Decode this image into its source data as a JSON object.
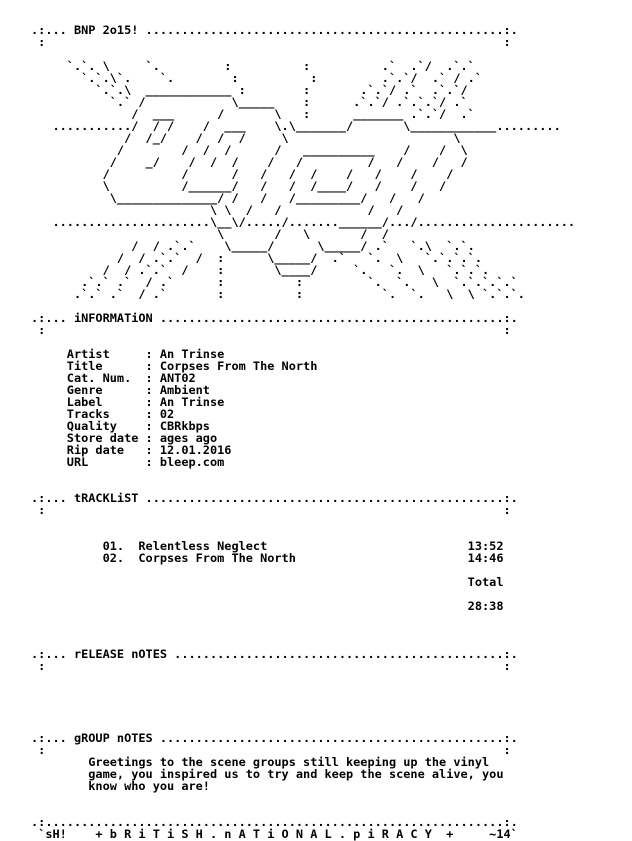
{
  "document": {
    "lines": [
      ".:... BNP 2o15! ..................................................:.",
      " :                                                                : ",
      "",
      "     `.`. \\     `.         :          :          .`  .`/  .`.`      ",
      "       `.`.\\`.    `.        :          :         .`.`/  .` / .`      ",
      "         `.`.\\  ____________ :        :       .`.`/ .`  .`.`/        ",
      "           `.` /            \\_____    :      .`.`/ .`.`.`/ .`        ",
      "              /  ___      /       \\   :      _______ .`.`/  .`       ",
      "   .........../  / /    /  ___    \\.\\_______/       \\____________.........  ",
      "             /  /_/    /  /  /     \\                       \\              ",
      "            /        /  /  /      /   __________    /    /  \\            ",
      "           /    _/    /  /  /    /   /         /   /    /   /             ",
      "          /          /      /   /   /  /    /   /    /    /              ",
      "          \\          /______/   /   /  /____/   /    /   /               ",
      "           \\______________/ /   /   /_________/   /   /                 ",
      "                         \\ \\  /   /            /   /                    ",
      "   ......................\\__\\/...../.......______/.../......................  ",
      "                          \\       /   \\       /  /                       ",
      "              /  / .`.`    \\_____/      \\_____/ .`   `.\\  `.`.            ",
      "            /  / .`.`  /  :      \\_____/  .`   `.  \\   `.`.`.`.           ",
      "          /  / .`.`  /    :       \\____/     `.   `.  \\   `.`.`.         ",
      "       .`.` .`  / .`      :          :         `.  `.   \\  `.`.`.`.`     ",
      "      .`.` .`  / .`       :          :           `.  `.   \\  \\ `.`.`.    ",
      "",
      ".:... iNFORMATiON ................................................:.",
      " :                                                                : ",
      "",
      "     Artist     : An Trinse",
      "     Title      : Corpses From The North",
      "     Cat. Num.  : ANT02",
      "     Genre      : Ambient",
      "     Label      : An Trinse",
      "     Tracks     : 02",
      "     Quality    : CBRkbps",
      "     Store date : ages ago",
      "     Rip date   : 12.01.2016",
      "     URL        : bleep.com",
      "",
      "",
      ".:... tRACKLiST ..................................................:.",
      " :                                                                : ",
      "",
      "",
      "          01.  Relentless Neglect                            13:52",
      "          02.  Corpses From The North                        14:46",
      "",
      "                                                             Total",
      "",
      "                                                             28:38",
      "",
      "",
      "",
      ".:... rELEASE nOTES ..............................................:.",
      " :                                                                : ",
      "",
      "",
      "",
      "",
      "",
      ".:... gROUP nOTES ................................................:.",
      " :                                                                : ",
      "        Greetings to the scene groups still keeping up the vinyl",
      "        game, you inspired us to try and keep the scene alive, you",
      "        know who you are!",
      "",
      "",
      ".:................................................................:.",
      " `sH!    + b R i T i S H . n A T i O N A L . p i R A C Y  +     ~14`"
    ]
  }
}
